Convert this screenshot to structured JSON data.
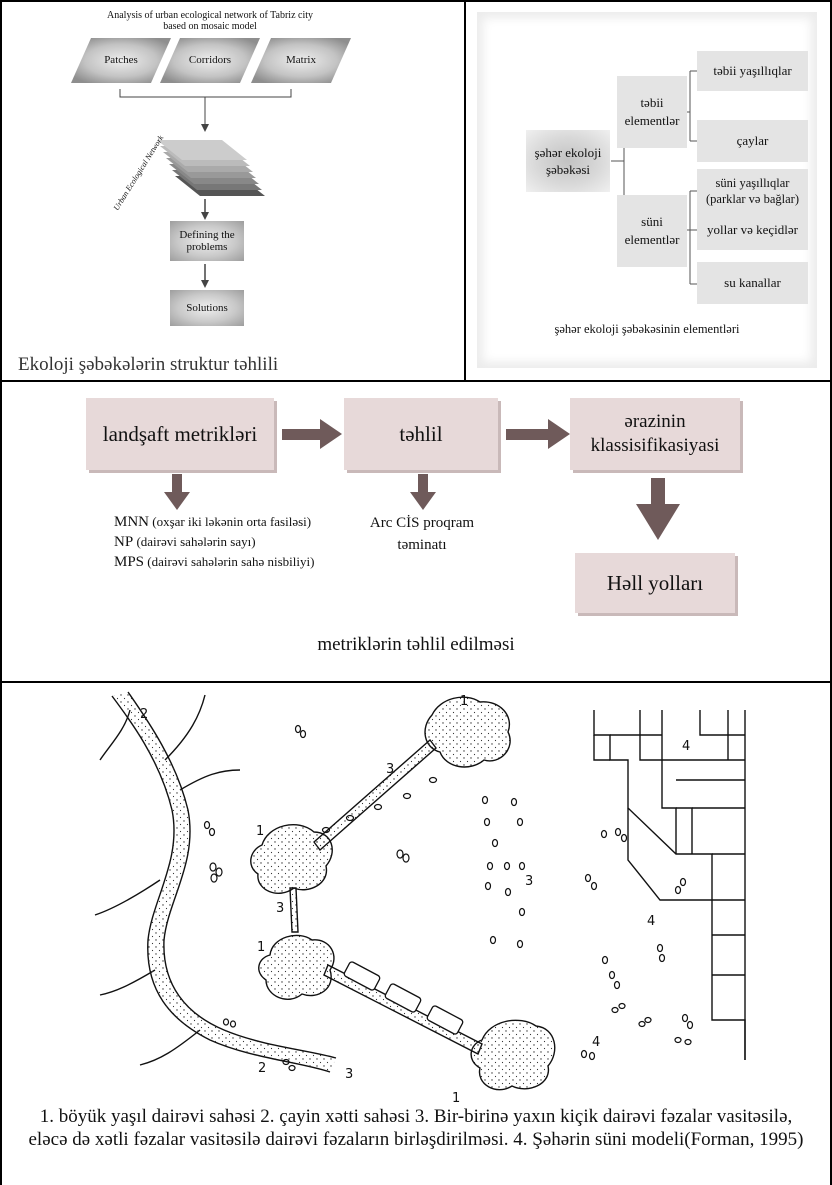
{
  "panel1": {
    "title": "Analysis of  urban ecological network of  Tabriz city based on mosaic model",
    "boxes": [
      "Patches",
      "Corridors",
      "Matrix"
    ],
    "network_label": "Urban Ecological Network",
    "step1": "Defining the problems",
    "step2": "Solutions",
    "caption": "Ekoloji şəbəkələrin struktur təhlili"
  },
  "panel2": {
    "root": "şəhər ekoloji şəbəkəsi",
    "branch1": "təbii elementlər",
    "branch1_items": [
      "təbii yaşıllıqlar",
      "çaylar"
    ],
    "branch2": "süni elementlər",
    "branch2_items": [
      "süni yaşıllıqlar (parklar və bağlar)",
      "yollar və keçidlər",
      "su kanallar"
    ],
    "caption": "şəhər ekoloji şəbəkəsinin elementləri"
  },
  "panel3": {
    "box1": "landşaft metrikləri",
    "box2": "təhlil",
    "box3": "ərazinin klassisifikasiyasi",
    "box4": "Həll yolları",
    "metrics": [
      {
        "abbr": "MNN",
        "desc": " (oxşar iki ləkənin orta fasiləsi)"
      },
      {
        "abbr": "NP",
        "desc": " (dairəvi sahələrin sayı)"
      },
      {
        "abbr": "MPS",
        "desc": " (dairəvi sahələrin sahə nisbiliyi)"
      }
    ],
    "software": "Arc CİS proqram təminatı",
    "caption": "metriklərin təhlil edilməsi"
  },
  "panel4": {
    "labels": [
      "1",
      "2",
      "3",
      "4"
    ],
    "caption": "1. böyük yaşıl dairəvi sahəsi 2. çayin xətti sahəsi 3. Bir-birinə yaxın kiçik dairəvi fəzalar vasitəsilə, eləcə də xətli fəzalar vasitəsilə dairəvi fəzaların birləşdirilməsi. 4. Şəhərin süni modeli(Forman, 1995)"
  }
}
